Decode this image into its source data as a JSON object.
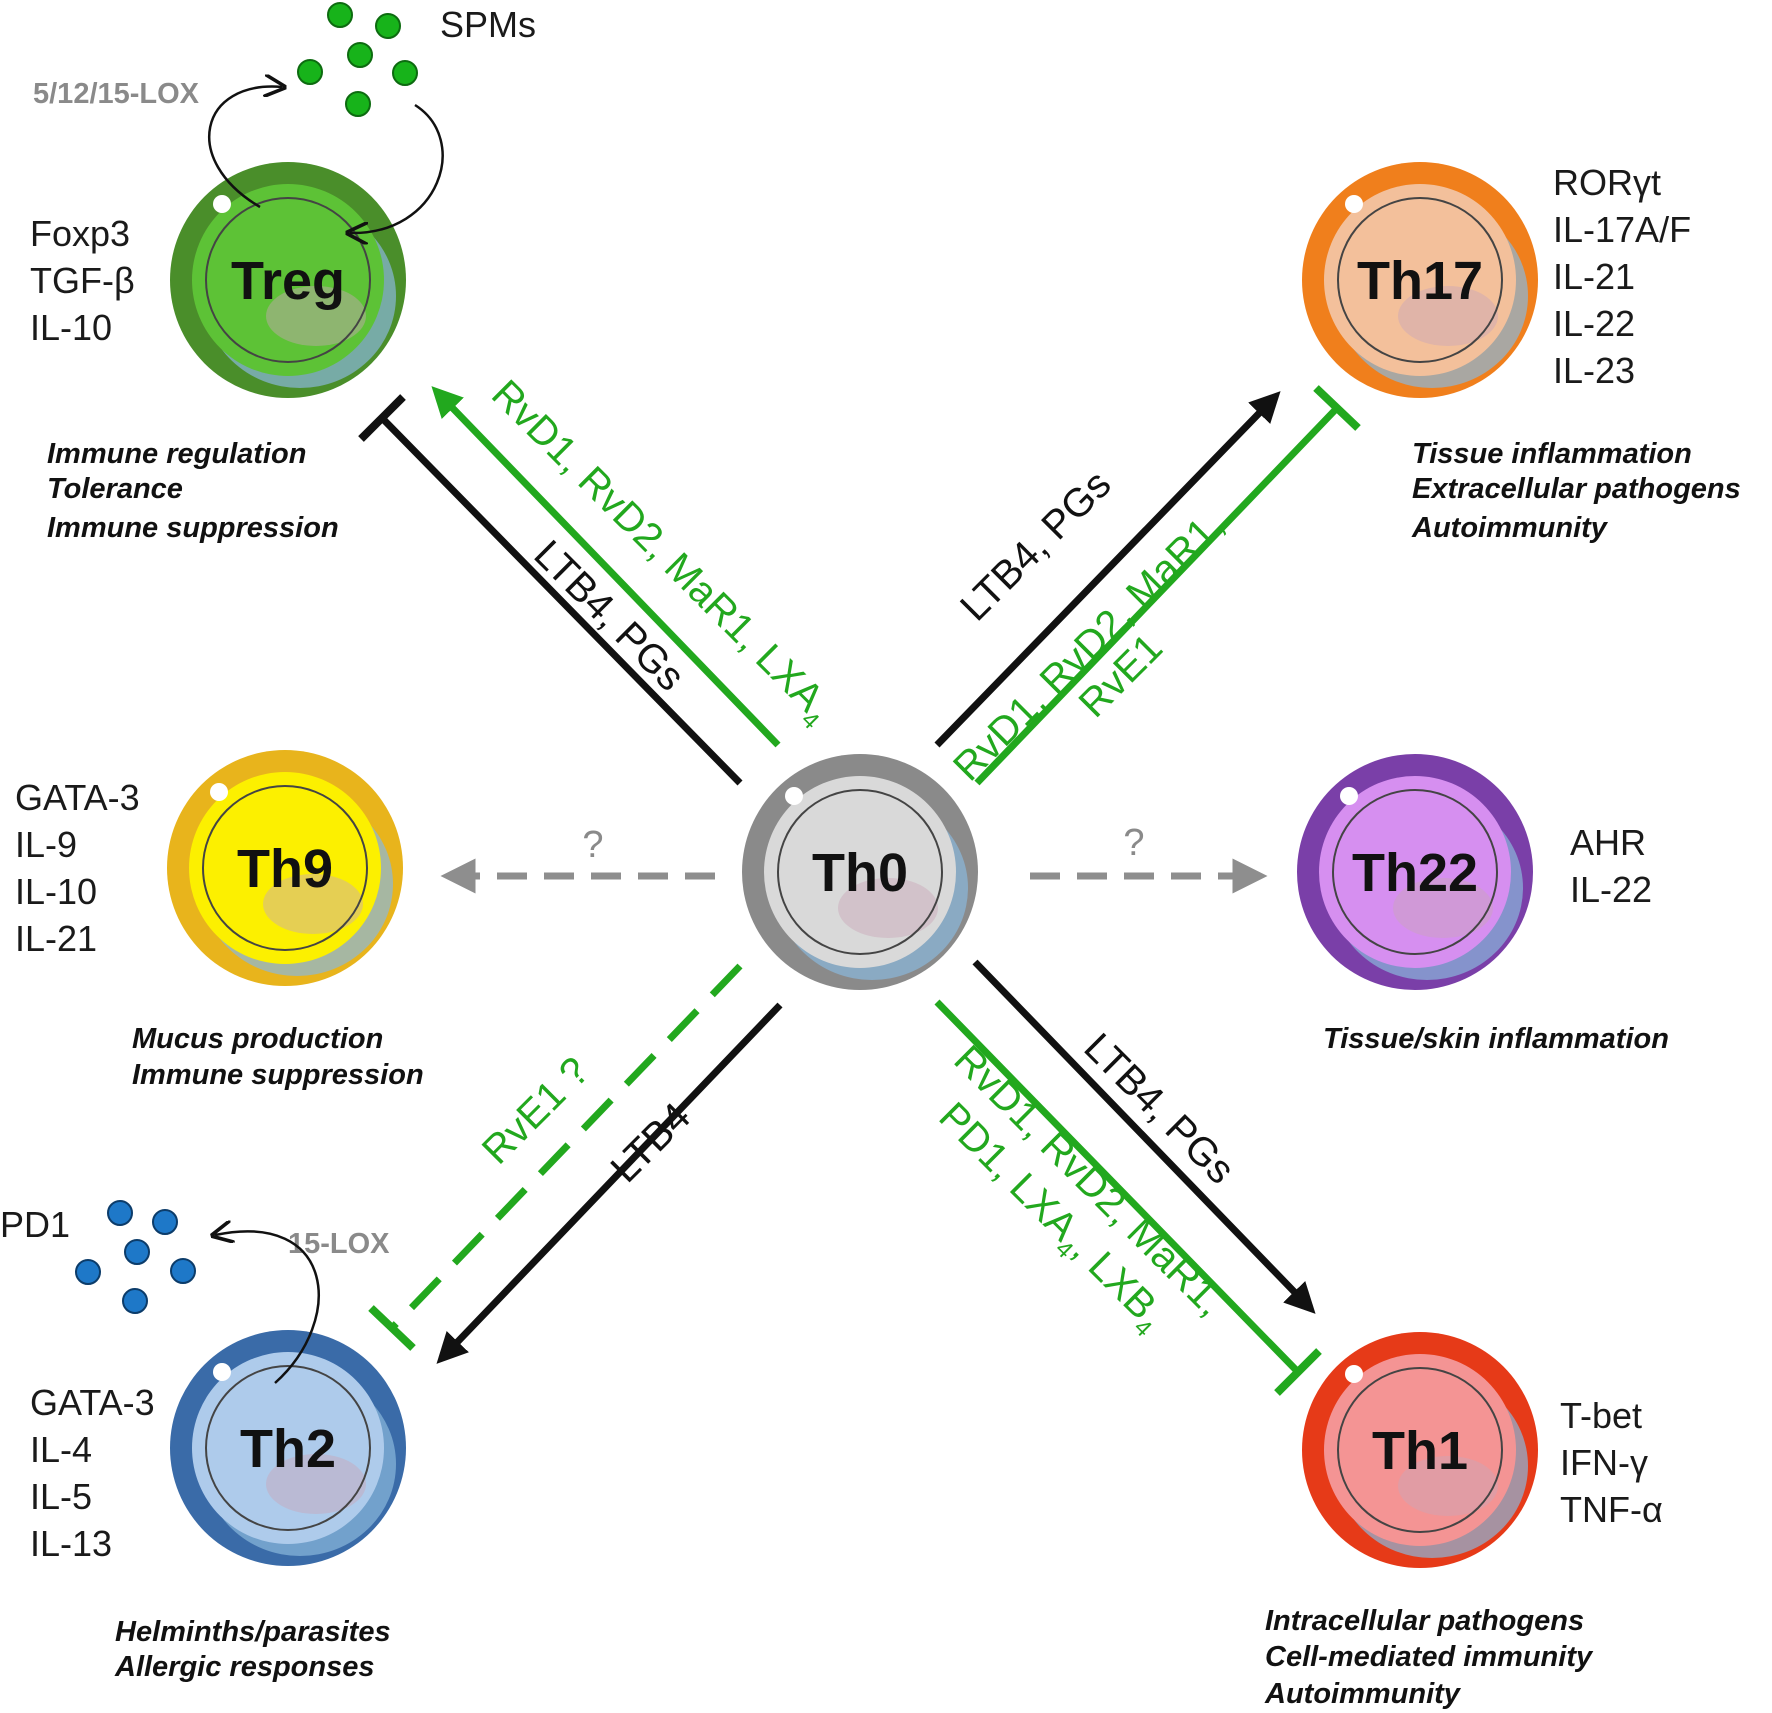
{
  "colors": {
    "black_arrow": "#111111",
    "green_arrow": "#22a81e",
    "gray_arrow": "#8e8e8e",
    "spm_dot": "#17b31a",
    "pd1_dot": "#1e78c8"
  },
  "cells": {
    "th0": {
      "name": "Th0",
      "outer": "#8a8a8a",
      "inner": "#d9d9d9"
    },
    "treg": {
      "name": "Treg",
      "outer": "#4a8e2a",
      "inner": "#5dc236",
      "markers": [
        "Foxp3",
        "TGF-β",
        "IL-10"
      ],
      "roles": [
        "Immune regulation",
        "Tolerance",
        "Immune suppression"
      ]
    },
    "th17": {
      "name": "Th17",
      "outer": "#f07f1c",
      "inner": "#f3c09b",
      "markers": [
        "RORγt",
        "IL-17A/F",
        "IL-21",
        "IL-22",
        "IL-23"
      ],
      "roles": [
        "Tissue inflammation",
        "Extracellular pathogens",
        "Autoimmunity"
      ]
    },
    "th9": {
      "name": "Th9",
      "outer": "#e8b41c",
      "inner": "#fcf000",
      "markers": [
        "GATA-3",
        "IL-9",
        "IL-10",
        "IL-21"
      ],
      "roles": [
        "Mucus production",
        "Immune suppression"
      ]
    },
    "th22": {
      "name": "Th22",
      "outer": "#7a3fa8",
      "inner": "#d68ff0",
      "markers": [
        "AHR",
        "IL-22"
      ],
      "roles": [
        "Tissue/skin inflammation"
      ]
    },
    "th2": {
      "name": "Th2",
      "outer": "#3a6ba8",
      "inner": "#aecbeb",
      "markers": [
        "GATA-3",
        "IL-4",
        "IL-5",
        "IL-13"
      ],
      "roles": [
        "Helminths/parasites",
        "Allergic responses"
      ]
    },
    "th1": {
      "name": "Th1",
      "outer": "#e63a18",
      "inner": "#f49494",
      "markers": [
        "T-bet",
        "IFN-γ",
        "TNF-α"
      ],
      "roles": [
        "Intracellular pathogens",
        "Cell-mediated immunity",
        "Autoimmunity"
      ]
    }
  },
  "labels": {
    "treg_black": "LTB4, PGs",
    "treg_green": "RvD1, RvD2, MaR1, LXA",
    "treg_green_sub": "4",
    "th17_black": "LTB4, PGs",
    "th17_green_line1": "RvD1, RvD2, MaR1,",
    "th17_green_line2": "RvE1",
    "th9_q": "?",
    "th22_q": "?",
    "th2_black": "LTB4",
    "th2_green": "RvE1 ?",
    "th1_black": "LTB4, PGs",
    "th1_green_line1": "RvD1, RvD2, MaR1,",
    "th1_green_line2a": "PD1, LXA",
    "th1_green_sub1": "4",
    "th1_green_line2b": ", LXB",
    "th1_green_sub2": "4"
  },
  "mediators": {
    "spm_label": "SPMs",
    "spm_enzyme": "5/12/15-LOX",
    "pd1_label": "PD1",
    "pd1_enzyme": "15-LOX"
  }
}
